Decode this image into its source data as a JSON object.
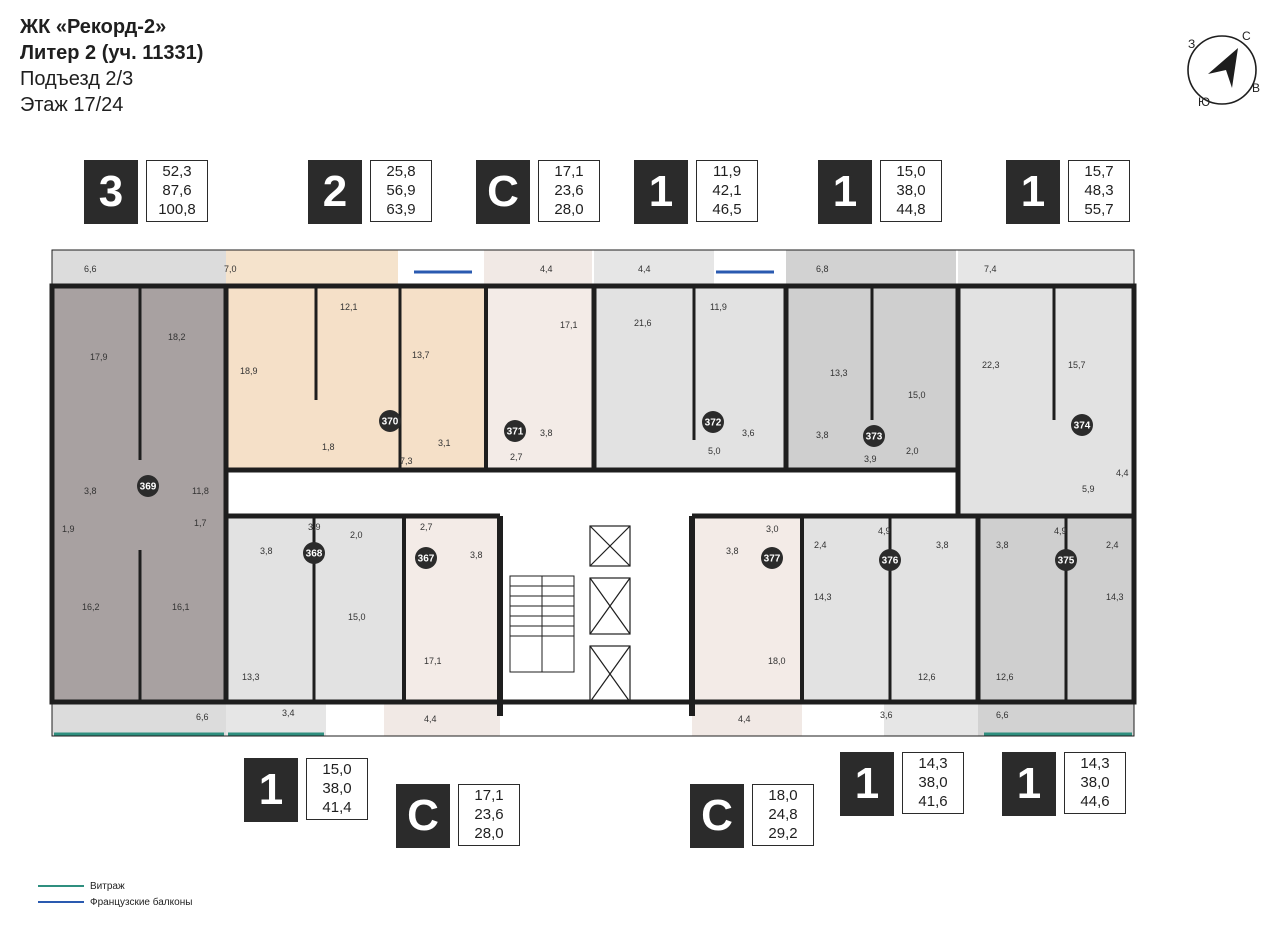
{
  "header": {
    "title_line1": "ЖК «Рекорд-2»",
    "title_line2": "Литер 2 (уч. 11331)",
    "entrance": "Подъезд 2/3",
    "floor": "Этаж 17/24"
  },
  "compass": {
    "north": "С",
    "south": "Ю",
    "east": "В",
    "west": "З"
  },
  "cards_top": [
    {
      "rooms": "3",
      "areas": [
        "52,3",
        "87,6",
        "100,8"
      ]
    },
    {
      "rooms": "2",
      "areas": [
        "25,8",
        "56,9",
        "63,9"
      ]
    },
    {
      "rooms": "С",
      "areas": [
        "17,1",
        "23,6",
        "28,0"
      ]
    },
    {
      "rooms": "1",
      "areas": [
        "11,9",
        "42,1",
        "46,5"
      ]
    },
    {
      "rooms": "1",
      "areas": [
        "15,0",
        "38,0",
        "44,8"
      ]
    },
    {
      "rooms": "1",
      "areas": [
        "15,7",
        "48,3",
        "55,7"
      ]
    }
  ],
  "cards_bottom": [
    {
      "rooms": "1",
      "areas": [
        "15,0",
        "38,0",
        "41,4"
      ]
    },
    {
      "rooms": "С",
      "areas": [
        "17,1",
        "23,6",
        "28,0"
      ]
    },
    {
      "rooms": "С",
      "areas": [
        "18,0",
        "24,8",
        "29,2"
      ]
    },
    {
      "rooms": "1",
      "areas": [
        "14,3",
        "38,0",
        "41,6"
      ]
    },
    {
      "rooms": "1",
      "areas": [
        "14,3",
        "38,0",
        "44,6"
      ]
    }
  ],
  "apartments": [
    "369",
    "370",
    "371",
    "372",
    "373",
    "374",
    "368",
    "367",
    "377",
    "376",
    "375"
  ],
  "room_labels": [
    "6,6",
    "17,9",
    "18,2",
    "3,8",
    "11,8",
    "1,9",
    "1,7",
    "16,2",
    "16,1",
    "6,6",
    "7,0",
    "18,9",
    "12,1",
    "13,7",
    "1,8",
    "3,1",
    "7,3",
    "4,4",
    "17,1",
    "3,8",
    "2,7",
    "4,4",
    "21,6",
    "11,9",
    "5,0",
    "3,6",
    "6,8",
    "13,3",
    "15,0",
    "3,8",
    "3,9",
    "2,0",
    "7,4",
    "22,3",
    "15,7",
    "4,4",
    "5,9",
    "3,9",
    "2,0",
    "3,8",
    "15,0",
    "13,3",
    "3,4",
    "2,7",
    "3,8",
    "17,1",
    "4,4",
    "3,0",
    "3,8",
    "18,0",
    "4,4",
    "4,9",
    "2,4",
    "3,8",
    "14,3",
    "12,6",
    "3,6",
    "4,9",
    "3,8",
    "2,4",
    "12,6",
    "14,3",
    "6,6"
  ],
  "legend": {
    "vitrage": "Витраж",
    "french_balcony": "Французские балконы"
  },
  "colors": {
    "apt_3room": "#a8a1a1",
    "apt_2room": "#f5e0c8",
    "apt_studio": "#f3ebe7",
    "apt_1room_light": "#e2e2e2",
    "apt_1room_mid": "#cfcfcf",
    "balcony": "#e8e8e8",
    "wall": "#1e1e1e",
    "badge": "#2b2b2b",
    "vitrage": "#2f8f7f",
    "french_balcony": "#2a5ab0"
  }
}
